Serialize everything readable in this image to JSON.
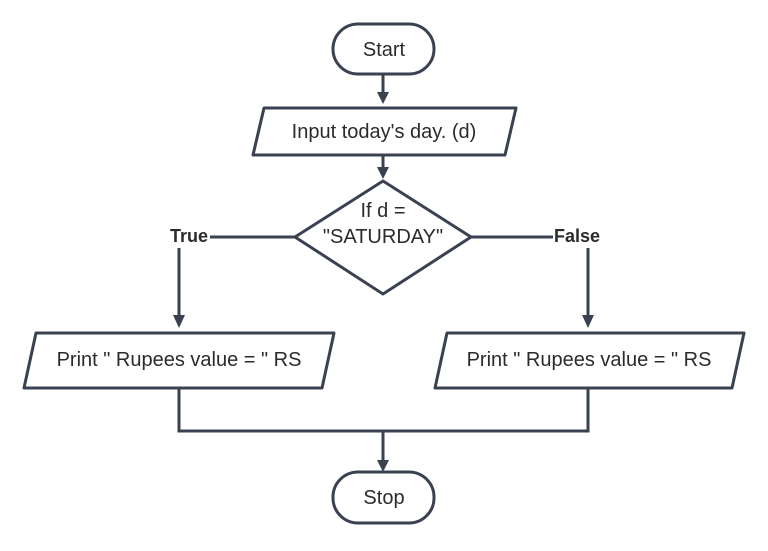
{
  "flowchart": {
    "start_label": "Start",
    "input_label": "Input today's day. (d)",
    "decision_line1": "If d =",
    "decision_line2": "\"SATURDAY\"",
    "true_label": "True",
    "false_label": "False",
    "print_true_label": "Print \" Rupees value = \" RS",
    "print_false_label": "Print \" Rupees value = \" RS",
    "stop_label": "Stop"
  },
  "colors": {
    "stroke": "#3a4150",
    "fill": "#ffffff",
    "text": "#2b2b2b"
  }
}
